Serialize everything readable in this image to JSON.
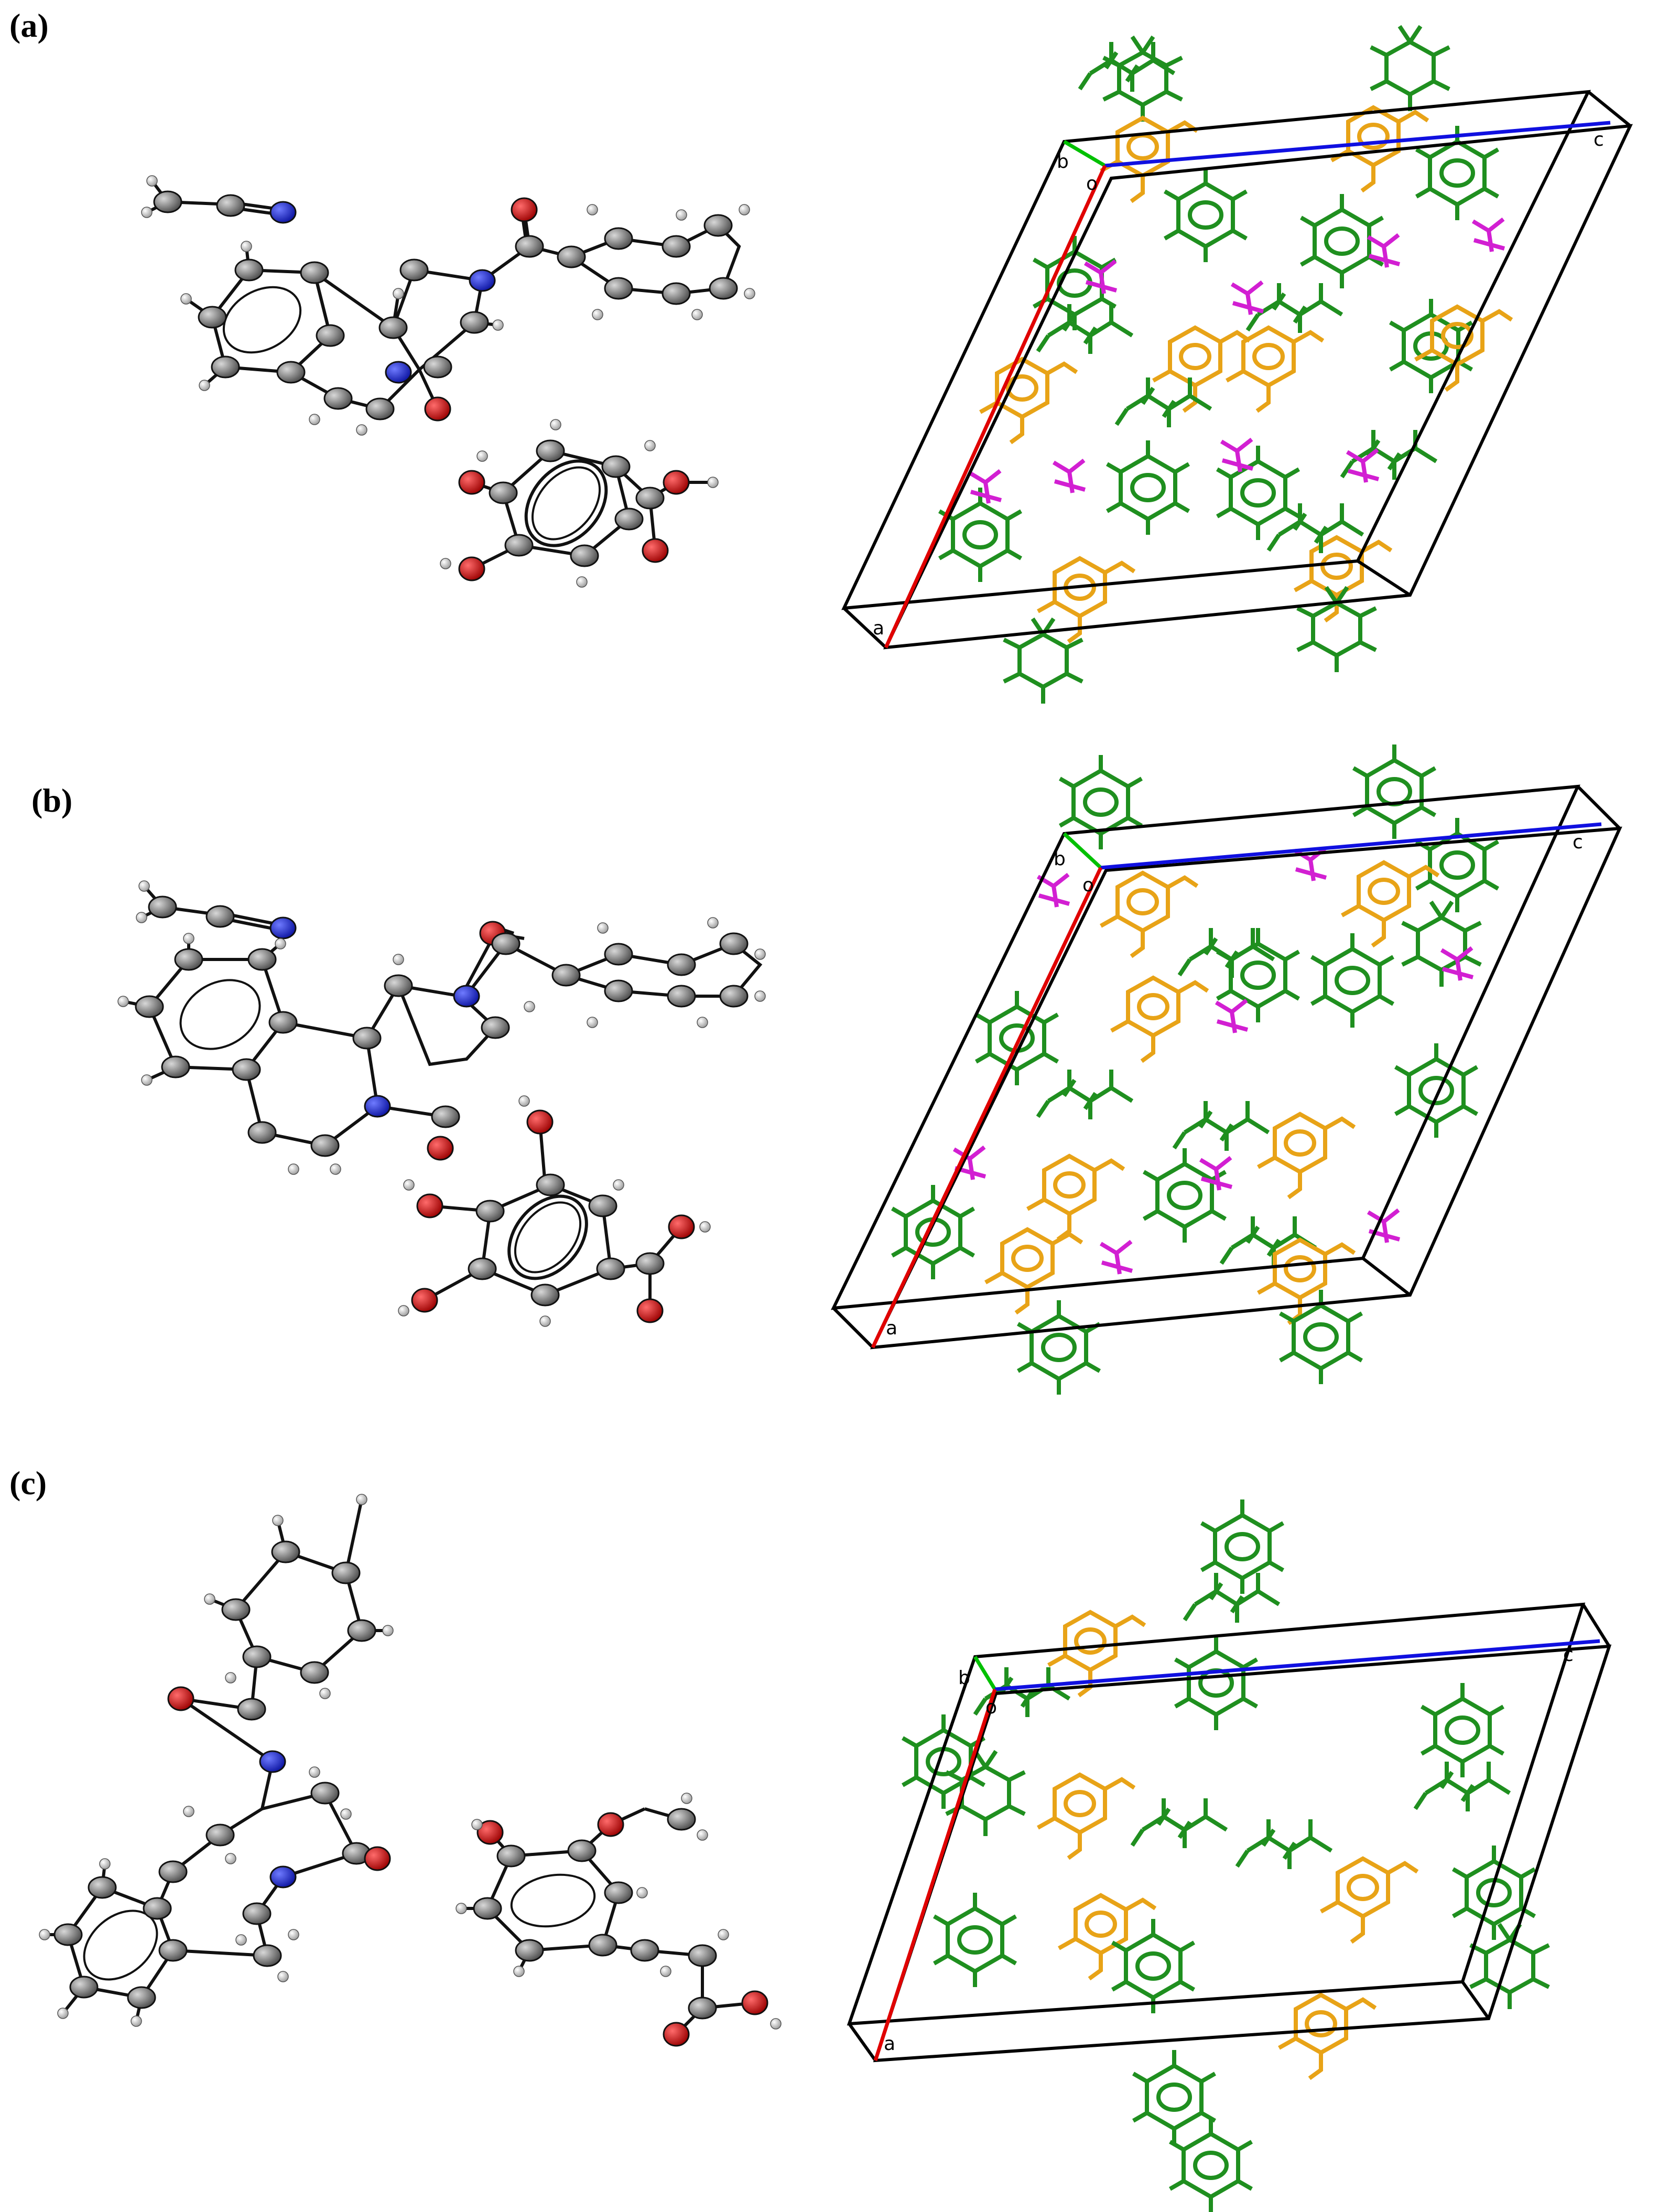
{
  "panels": [
    {
      "label": "(a)",
      "axes": {
        "a": "a",
        "b": "b",
        "c": "c",
        "o": "o"
      }
    },
    {
      "label": "(b)",
      "axes": {
        "a": "a",
        "b": "b",
        "c": "c",
        "o": "o"
      }
    },
    {
      "label": "(c)",
      "axes": {
        "a": "a",
        "b": "b",
        "c": "c",
        "o": "o"
      }
    }
  ],
  "colors": {
    "carbon": "#8c8c8c",
    "nitrogen": "#1f2ee0",
    "oxygen": "#e01616",
    "hydrogen": "#f2f2f2",
    "axis_a": "#e00000",
    "axis_b": "#00c000",
    "axis_c": "#1010e0",
    "cell": "#000000",
    "drug_mol": "#1f8f1f",
    "coformer_mol": "#e8a317",
    "solvent_mol": "#d21fd2"
  }
}
